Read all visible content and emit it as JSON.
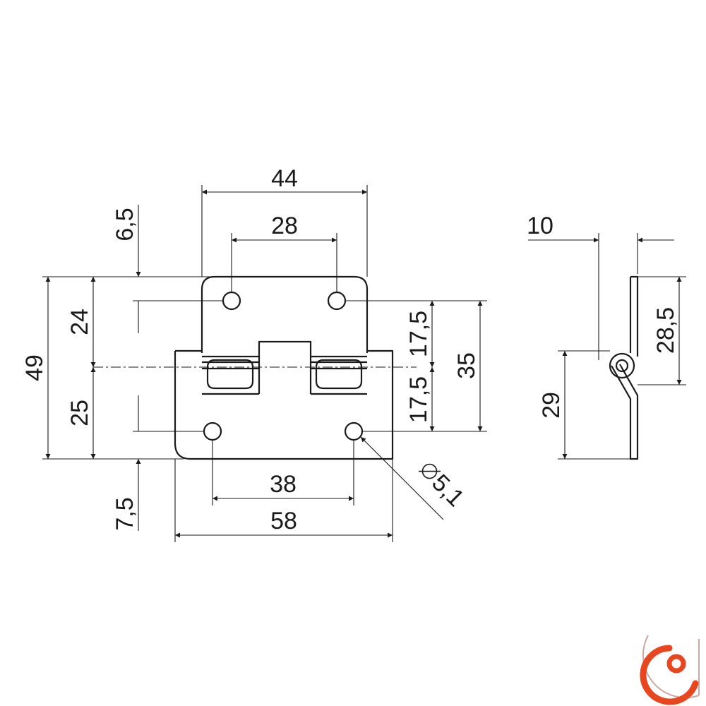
{
  "dimensions": {
    "top_width": "44",
    "top_hole_spacing": "28",
    "top_margin": "6,5",
    "top_hole_height": "24",
    "total_height": "49",
    "bottom_hole_height": "25",
    "bottom_margin": "7,5",
    "bottom_hole_spacing": "38",
    "bottom_width": "58",
    "upper_hole_to_axis": "17,5",
    "lower_hole_to_axis": "17,5",
    "hole_to_hole_vertical": "35",
    "hole_diameter": "5,1",
    "side_depth": "10",
    "side_upper_height": "28,5",
    "side_lower_height": "29"
  },
  "logo": {
    "accent_color": "#e8461e",
    "ring_color": "#c9a9a3"
  }
}
